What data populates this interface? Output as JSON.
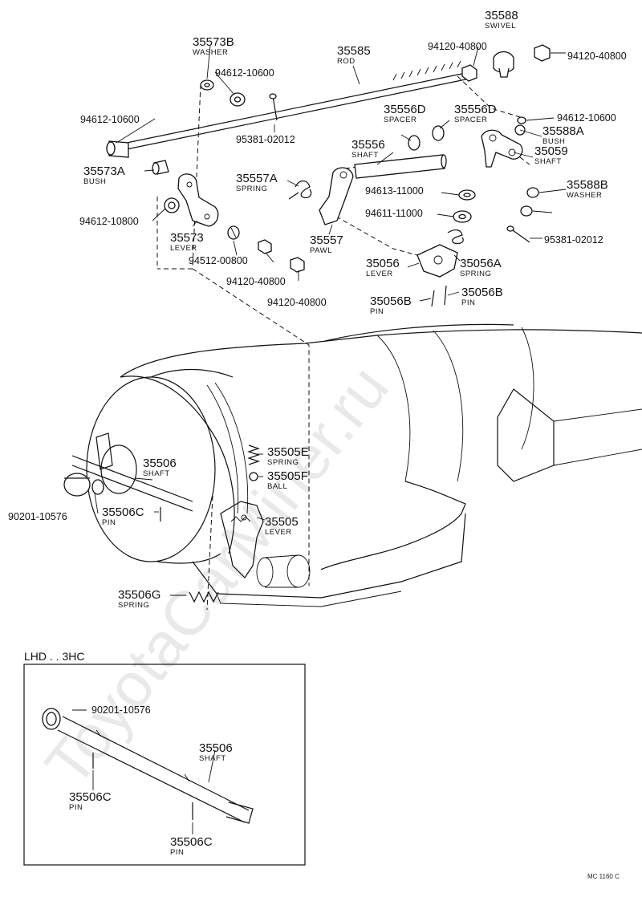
{
  "watermark": "ToyotaCarMiner.ru",
  "inset_title": "LHD . . 3HC",
  "figure_code": "MC 1160 C",
  "parts": {
    "p35588": {
      "no": "35588",
      "name": "SWIVEL"
    },
    "p94120_a": {
      "no": "94120-40800",
      "name": ""
    },
    "p94120_b": {
      "no": "94120-40800",
      "name": ""
    },
    "p35573B": {
      "no": "35573B",
      "name": "WASHER"
    },
    "p35585": {
      "no": "35585",
      "name": "ROD"
    },
    "p94612_a": {
      "no": "94612-10600",
      "name": ""
    },
    "p94612_b": {
      "no": "94612-10600",
      "name": ""
    },
    "p94612_c": {
      "no": "94612-10600",
      "name": ""
    },
    "p95381_a": {
      "no": "95381-02012",
      "name": ""
    },
    "p95381_b": {
      "no": "95381-02012",
      "name": ""
    },
    "p35556D_a": {
      "no": "35556D",
      "name": "SPACER"
    },
    "p35556D_b": {
      "no": "35556D",
      "name": "SPACER"
    },
    "p35588A": {
      "no": "35588A",
      "name": "BUSH"
    },
    "p35556": {
      "no": "35556",
      "name": "SHAFT"
    },
    "p35059": {
      "no": "35059",
      "name": "SHAFT"
    },
    "p35573A": {
      "no": "35573A",
      "name": "BUSH"
    },
    "p35557A": {
      "no": "35557A",
      "name": "SPRING"
    },
    "p94613": {
      "no": "94613-11000",
      "name": ""
    },
    "p35588B": {
      "no": "35588B",
      "name": "WASHER"
    },
    "p94612_108": {
      "no": "94612-10800",
      "name": ""
    },
    "p94611": {
      "no": "94611-11000",
      "name": ""
    },
    "p35573": {
      "no": "35573",
      "name": "LEVER"
    },
    "p35557": {
      "no": "35557",
      "name": "PAWL"
    },
    "p94512": {
      "no": "94512-00800",
      "name": ""
    },
    "p35056": {
      "no": "35056",
      "name": "LEVER"
    },
    "p35056A": {
      "no": "35056A",
      "name": "SPRING"
    },
    "p94120_c": {
      "no": "94120-40800",
      "name": ""
    },
    "p94120_d": {
      "no": "94120-40800",
      "name": ""
    },
    "p35056B_a": {
      "no": "35056B",
      "name": "PIN"
    },
    "p35056B_b": {
      "no": "35056B",
      "name": "PIN"
    },
    "p35505E": {
      "no": "35505E",
      "name": "SPRING"
    },
    "p35506": {
      "no": "35506",
      "name": "SHAFT"
    },
    "p35505F": {
      "no": "35505F",
      "name": "BALL"
    },
    "p90201": {
      "no": "90201-10576",
      "name": ""
    },
    "p35506C": {
      "no": "35506C",
      "name": "PIN"
    },
    "p35505": {
      "no": "35505",
      "name": "LEVER"
    },
    "p35506G": {
      "no": "35506G",
      "name": "SPRING"
    },
    "i90201": {
      "no": "90201-10576",
      "name": ""
    },
    "i35506": {
      "no": "35506",
      "name": "SHAFT"
    },
    "i35506C_a": {
      "no": "35506C",
      "name": "PIN"
    },
    "i35506C_b": {
      "no": "35506C",
      "name": "PIN"
    }
  }
}
